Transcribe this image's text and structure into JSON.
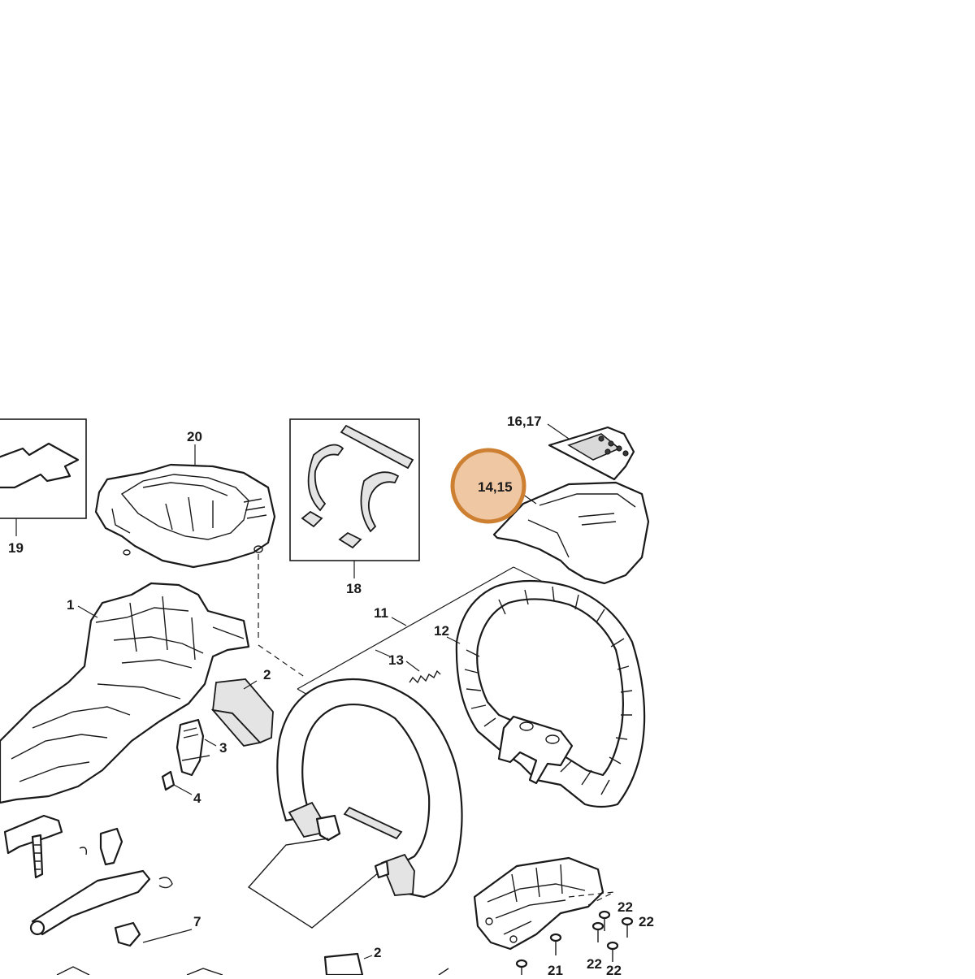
{
  "callouts": {
    "p1": "1",
    "p2a": "2",
    "p2b": "2",
    "p3": "3",
    "p4": "4",
    "p7": "7",
    "p11": "11",
    "p12": "12",
    "p13": "13",
    "p14_15": "14,15",
    "p16_17": "16,17",
    "p18": "18",
    "p19": "19",
    "p20": "20",
    "p21": "21",
    "p22a": "22",
    "p22b": "22",
    "p22c": "22",
    "p22d": "22"
  },
  "highlight": {
    "target": "14,15",
    "fill_color": "#efc7a2",
    "ring_color": "#cd7f32"
  },
  "colors": {
    "line": "#1a1a1a",
    "foam_fill": "#e4e4e4",
    "background": "#ffffff"
  }
}
